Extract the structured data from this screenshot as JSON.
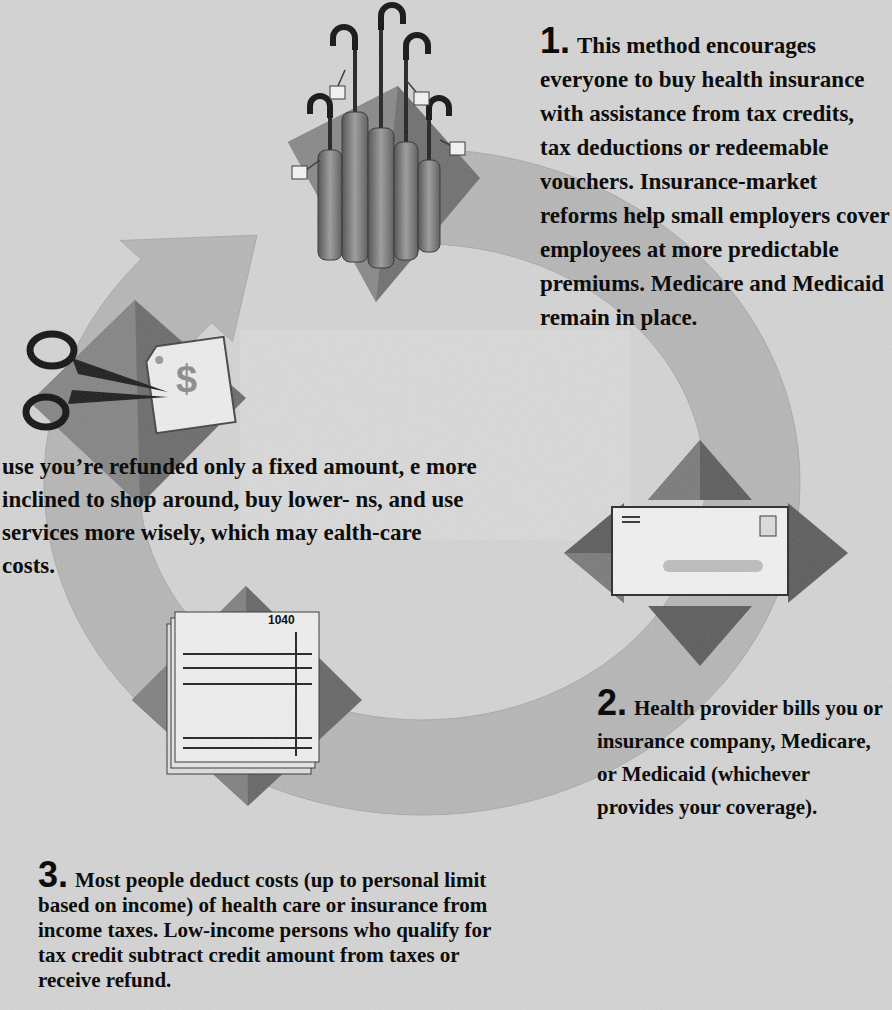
{
  "diagram": {
    "labels": [
      "1.",
      "This method encourages everyone to buy health insurance with assistance from tax credits, tax deductions or redeemable vouchers. Insurance-market reforms help small employers cover employees at more predictable premiums. Medicare and Medicaid remain in place.",
      "$",
      "use you’re refunded only a fixed amount, e more inclined to shop around, buy lower- ns, and use services more wisely, which may ealth-care costs.",
      "1040",
      "2.",
      "Health provider bills you or insurance company, Medicare, or Medicaid (whichever provides your coverage).",
      "3.",
      "Most people deduct costs (up to personal limit based on income) of health care or insurance from income taxes. Low-income persons who qualify for tax credit subtract credit amount from taxes or receive refund."
    ]
  }
}
